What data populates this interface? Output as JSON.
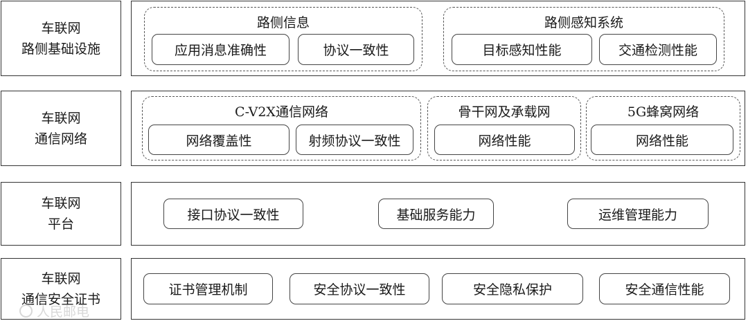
{
  "layers": [
    {
      "label_lines": [
        "车联网",
        "路侧基础设施"
      ],
      "groups": [
        {
          "title": "路侧信息",
          "items": [
            "应用消息准确性",
            "协议一致性"
          ]
        },
        {
          "title": "路侧感知系统",
          "items": [
            "目标感知性能",
            "交通检测性能"
          ]
        }
      ]
    },
    {
      "label_lines": [
        "车联网",
        "通信网络"
      ],
      "groups": [
        {
          "title": "C-V2X通信网络",
          "items": [
            "网络覆盖性",
            "射频协议一致性"
          ]
        },
        {
          "title": "骨干网及承载网",
          "items": [
            "网络性能"
          ]
        },
        {
          "title": "5G蜂窝网络",
          "items": [
            "网络性能"
          ]
        }
      ]
    },
    {
      "label_lines": [
        "车联网",
        "平台"
      ],
      "items": [
        "接口协议一致性",
        "基础服务能力",
        "运维管理能力"
      ]
    },
    {
      "label_lines": [
        "车联网",
        "通信安全证书"
      ],
      "items": [
        "证书管理机制",
        "安全协议一致性",
        "安全隐私保护",
        "安全通信性能"
      ]
    }
  ],
  "watermark": {
    "text": "人民邮电"
  }
}
